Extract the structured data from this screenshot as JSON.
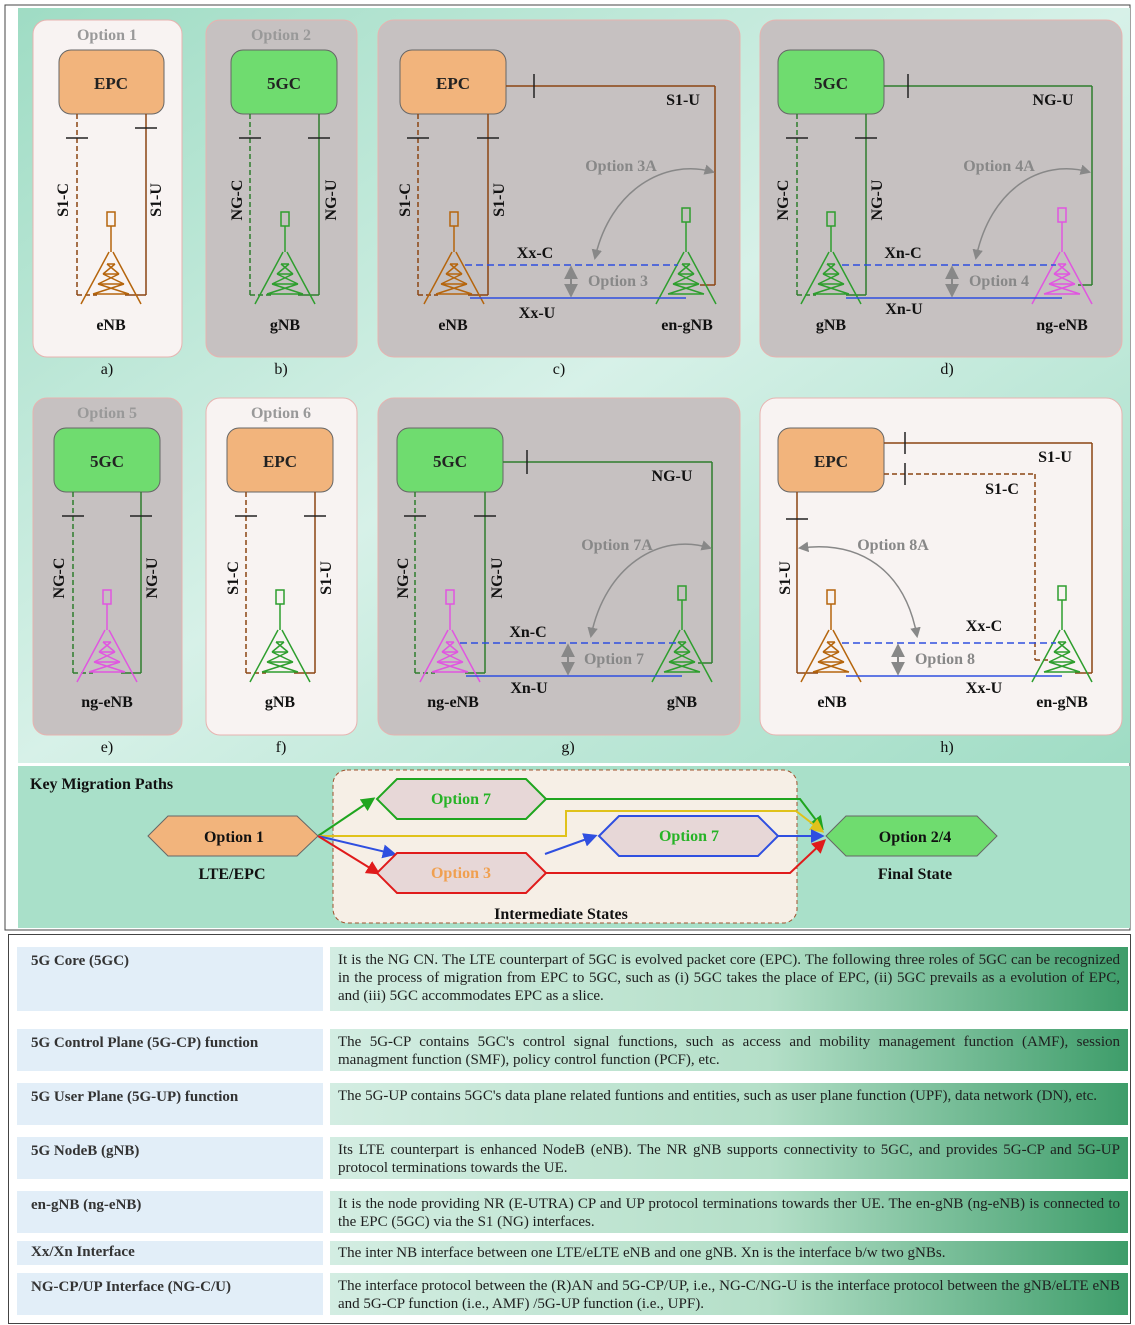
{
  "panels": [
    {
      "caption": "a)",
      "title": "Option 1",
      "core": "EPC",
      "left_if": "S1-C",
      "right_if": "S1-U",
      "node": "eNB"
    },
    {
      "caption": "b)",
      "title": "Option 2",
      "core": "5GC",
      "left_if": "NG-C",
      "right_if": "NG-U",
      "node": "gNB"
    },
    {
      "caption": "c)",
      "core": "EPC",
      "left_if": "S1-C",
      "right_if": "S1-U",
      "top_if": "S1-U",
      "option_a": "Option 3A",
      "option": "Option 3",
      "ctrl_if": "Xx-C",
      "user_if": "Xx-U",
      "node_left": "eNB",
      "node_right": "en-gNB"
    },
    {
      "caption": "d)",
      "core": "5GC",
      "left_if": "NG-C",
      "right_if": "NG-U",
      "top_if": "NG-U",
      "option_a": "Option 4A",
      "option": "Option 4",
      "ctrl_if": "Xn-C",
      "user_if": "Xn-U",
      "node_left": "gNB",
      "node_right": "ng-eNB"
    },
    {
      "caption": "e)",
      "title": "Option 5",
      "core": "5GC",
      "left_if": "NG-C",
      "right_if": "NG-U",
      "node": "ng-eNB"
    },
    {
      "caption": "f)",
      "title": "Option 6",
      "core": "EPC",
      "left_if": "S1-C",
      "right_if": "S1-U",
      "node": "gNB"
    },
    {
      "caption": "g)",
      "core": "5GC",
      "left_if": "NG-C",
      "right_if": "NG-U",
      "top_if": "NG-U",
      "option_a": "Option 7A",
      "option": "Option 7",
      "ctrl_if": "Xn-C",
      "user_if": "Xn-U",
      "node_left": "ng-eNB",
      "node_right": "gNB"
    },
    {
      "caption": "h)",
      "core": "EPC",
      "top_if_u": "S1-U",
      "top_if_c": "S1-C",
      "left_if": "S1-U",
      "option_a": "Option 8A",
      "option": "Option 8",
      "ctrl_if": "Xx-C",
      "user_if": "Xx-U",
      "node_left": "eNB",
      "node_right": "en-gNB"
    }
  ],
  "migration": {
    "heading": "Key Migration Paths",
    "start": "Option 1",
    "start_caption": "LTE/EPC",
    "mid_top": "Option 7",
    "mid_right": "Option 7",
    "mid_bottom": "Option 3",
    "end": "Option 2/4",
    "end_caption": "Final State",
    "intermediate_caption": "Intermediate States"
  },
  "definitions": [
    {
      "term": "5G Core (5GC)",
      "text": "It is the NG CN. The LTE counterpart of 5GC is evolved packet core (EPC). The following three roles of 5GC can be recognized in the process of migration from EPC to 5GC, such as (i) 5GC takes the place of EPC, (ii) 5GC prevails as a evolution of EPC, and (iii) 5GC  accommodates EPC as a slice."
    },
    {
      "term": "5G Control Plane (5G-CP) function",
      "text": "The 5G-CP contains 5GC's control signal functions, such as access and mobility management function (AMF), session managment function (SMF), policy control function (PCF), etc."
    },
    {
      "term": "5G User Plane (5G-UP) function",
      "text": "The 5G-UP contains 5GC's data plane related funtions and entities, such as user plane function (UPF), data network (DN), etc."
    },
    {
      "term": "5G NodeB (gNB)",
      "text": "Its LTE counterpart is enhanced NodeB (eNB). The NR gNB supports connectivity to 5GC, and provides 5G-CP and 5G-UP protocol terminations towards the UE."
    },
    {
      "term": "en-gNB (ng-eNB)",
      "text": "It is the node providing NR (E-UTRA) CP and UP protocol terminations towards ther UE. The en-gNB (ng-eNB) is connected to the EPC (5GC) via the S1 (NG) interfaces."
    },
    {
      "term": "Xx/Xn Interface",
      "text": "The inter NB interface between one LTE/eLTE eNB and one gNB. Xn is the interface b/w two gNBs."
    },
    {
      "term": "NG-CP/UP Interface (NG-C/U)",
      "text": "The interface protocol between the (R)AN and 5G-CP/UP, i.e., NG-C/NG-U is the interface protocol between the gNB/eLTE eNB and 5G-CP function (i.e., AMF) /5G-UP function (i.e., UPF)."
    }
  ],
  "colors": {
    "epc": "#f2b47c",
    "core5g": "#6fdc6f",
    "lte_tower": "#b5650d",
    "nr_tower": "#2e9e2e",
    "ng_enb_tower": "#e056e0",
    "xlink": "#2f4fe0",
    "panel_grey": "#c6c1c1",
    "panel_light": "#f8f3f2"
  }
}
